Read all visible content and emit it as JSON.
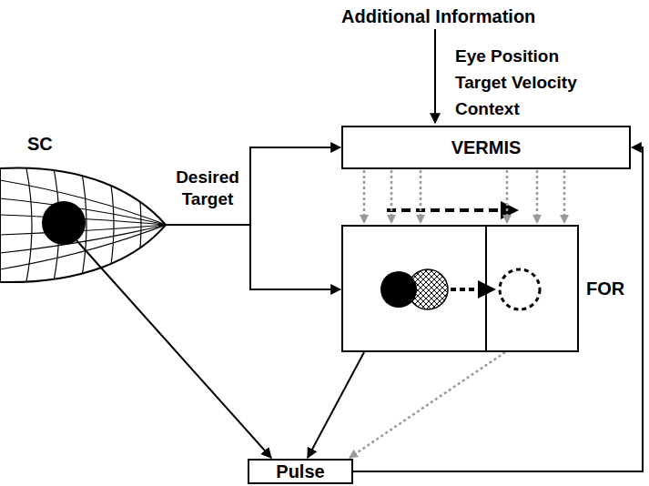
{
  "diagram": {
    "nodes": [
      {
        "text": [
          "SC"
        ]
      },
      {
        "text": [
          "VERMIS"
        ]
      },
      {
        "text": [
          "FOR"
        ]
      },
      {
        "text": [
          "Pulse"
        ]
      }
    ],
    "edges": [
      {
        "from": 0,
        "to": 1,
        "arrow": "to",
        "label": "Desired Target"
      },
      {
        "from": 0,
        "to": 2,
        "arrow": "to"
      },
      {
        "from": 0,
        "to": 3,
        "arrow": "to"
      },
      {
        "from": 1,
        "to": 2,
        "arrow": "to"
      },
      {
        "from": 1,
        "to": 2,
        "arrow": "to"
      },
      {
        "from": 1,
        "to": 2,
        "arrow": "to"
      },
      {
        "from": 1,
        "to": 2,
        "arrow": "to"
      },
      {
        "from": 1,
        "to": 2,
        "arrow": "to"
      },
      {
        "from": 1,
        "to": 2,
        "arrow": "to"
      },
      {
        "from": 2,
        "to": 3,
        "arrow": "to"
      },
      {
        "from": 2,
        "to": 3,
        "arrow": "to"
      },
      {
        "from": 3,
        "to": 1,
        "arrow": "to"
      }
    ],
    "labels": [
      "Additional Information",
      "Eye Position",
      "Target Velocity",
      "Context"
    ]
  }
}
